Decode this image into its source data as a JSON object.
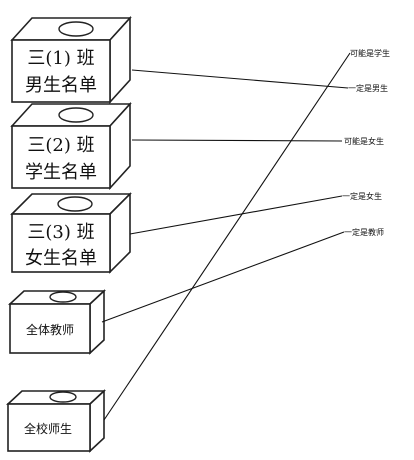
{
  "boxes": [
    {
      "line1": "三(1) 班",
      "line2": "男生名单"
    },
    {
      "line1": "三(2) 班",
      "line2": "学生名单"
    },
    {
      "line1": "三(3) 班",
      "line2": "女生名单"
    },
    {
      "line1": "全体教师"
    },
    {
      "line1": "全校师生"
    }
  ],
  "labels": [
    "可能是学生",
    "一定是男生",
    "可能是女生",
    "一定是女生",
    "一定是教师"
  ]
}
